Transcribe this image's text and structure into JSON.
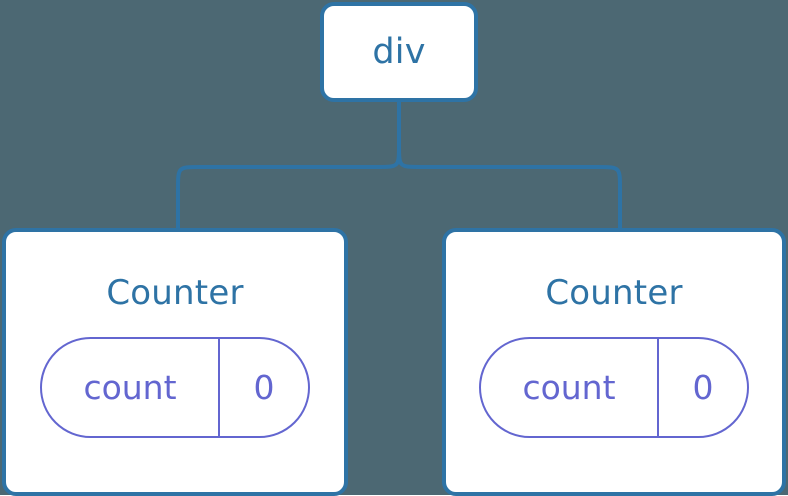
{
  "diagram": {
    "type": "component-tree",
    "background_color": "#4c6873",
    "node_border_color": "#2e73a5",
    "node_fill_color": "#ffffff",
    "node_text_color": "#2e73a5",
    "state_accent_color": "#6366d0",
    "connector_color": "#2e73a5"
  },
  "root": {
    "label": "div"
  },
  "children": [
    {
      "label": "Counter",
      "state": {
        "key": "count",
        "value": "0"
      }
    },
    {
      "label": "Counter",
      "state": {
        "key": "count",
        "value": "0"
      }
    }
  ]
}
